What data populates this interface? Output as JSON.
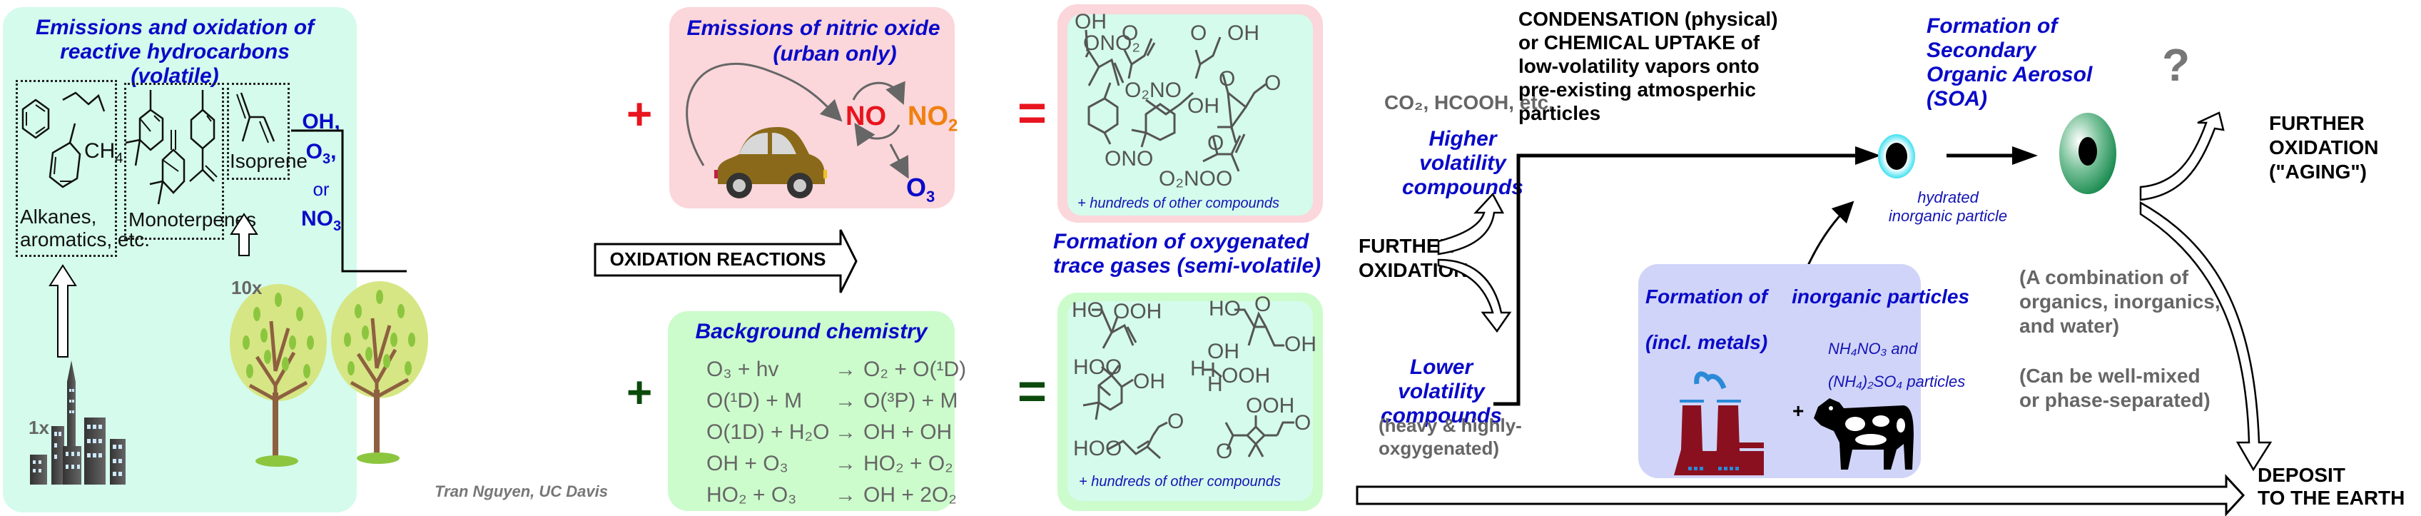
{
  "panels": {
    "hydrocarbons": {
      "title_line1": "Emissions and oxidation of reactive hydrocarbons",
      "title_line2": "(volatile)",
      "groups": [
        {
          "label_line1": "Alkanes,",
          "label_line2": "aromatics, etc.",
          "formula": "CH",
          "formula_sub": "4"
        },
        {
          "label": "Monoterpenes"
        },
        {
          "label": "Isoprene"
        }
      ],
      "oxidants": {
        "oh": "OH,",
        "o3": "O",
        "o3_sub": "3",
        "o3_suffix": ",",
        "or": "or",
        "no3": "NO",
        "no3_sub": "3"
      },
      "source_urban_multiplier": "1x",
      "source_biogenic_multiplier": "10x",
      "credit": "Tran Nguyen, UC Davis",
      "bg_color": "#d4fbec"
    },
    "nitric_oxide": {
      "title_line1": "Emissions of nitric oxide",
      "title_line2": "(urban only)",
      "no": "NO",
      "no2": "NO",
      "no2_sub": "2",
      "o3": "O",
      "o3_sub": "3",
      "bg_color": "#fbd6da"
    },
    "urban_products": {
      "labels": [
        "OH",
        "ONO₂",
        "O",
        "O",
        "OH",
        "O₂NO",
        "OH",
        "O",
        "O",
        "ONO",
        "O",
        "O₂NOO"
      ],
      "footer": "+ hundreds of other compounds",
      "bg_color": "#d4fbec",
      "border_color": "#fbd6da"
    },
    "background_chemistry": {
      "title": "Background chemistry",
      "reactions": [
        {
          "lhs": "O₃ + hv",
          "rhs": "O₂ + O(¹D)"
        },
        {
          "lhs": "O(¹D) + M",
          "rhs": "O(³P) + M"
        },
        {
          "lhs": "O(1D) + H₂O",
          "rhs": "OH + OH"
        },
        {
          "lhs": "OH + O₃",
          "rhs": "HO₂ + O₂"
        },
        {
          "lhs": "HO₂ + O₃",
          "rhs": "OH + 2O₂"
        }
      ],
      "arrow": "→",
      "bg_color": "#ccfccc"
    },
    "background_products": {
      "labels": [
        "HO",
        "OOH",
        "HO",
        "O",
        "OH",
        "HOO",
        "OH",
        "OH",
        "H",
        "H",
        "OOH",
        "OOH",
        "O",
        "HOO",
        "O",
        "O"
      ],
      "footer": "+ hundreds of other compounds",
      "bg_color": "#d4fbec",
      "border_color": "#ccfccc"
    },
    "inorganic": {
      "title_part1": "Formation of",
      "title_part2": "inorganic particles",
      "title_line2": "(incl. metals)",
      "salts_line1": "NH₄NO₃ and",
      "salts_line2": "(NH₄)₂SO₄ particles",
      "plus": "+",
      "bg_color": "#d0d4f8"
    }
  },
  "operators": {
    "plus_red": "+",
    "equals_red": "=",
    "plus_green": "+",
    "equals_green": "=",
    "red_color": "#e8141e",
    "green_color": "#0c4a0c"
  },
  "flow": {
    "oxidation_reactions": "OXIDATION REACTIONS",
    "oxygenated_trace_gases_line1": "Formation of oxygenated",
    "oxygenated_trace_gases_line2": "trace gases (semi-volatile)",
    "further_oxidation_line1": "FURTHER",
    "further_oxidation_line2": "OXIDATION",
    "co2_hcooh": "CO₂, HCOOH, etc.",
    "higher_volatility_line1": "Higher volatility",
    "higher_volatility_line2": "compounds",
    "lower_volatility_line1": "Lower volatility",
    "lower_volatility_line2": "compounds",
    "lower_note_line1": "(heavy & highly-",
    "lower_note_line2": "oxgygenated)",
    "condensation": [
      "CONDENSATION (physical)",
      "or CHEMICAL UPTAKE of",
      "low-volatility vapors onto",
      "pre-existing atmosperhic",
      "particles"
    ],
    "hydrated_line1": "hydrated",
    "hydrated_line2": "inorganic particle",
    "soa_line1": "Formation of Secondary",
    "soa_line2": "Organic Aerosol (SOA)",
    "question": "?",
    "aging_line1": "FURTHER",
    "aging_line2": "OXIDATION",
    "aging_line3": "(\"AGING\")",
    "combination": [
      "(A combination of",
      "organics, inorganics,",
      "and water)"
    ],
    "mixing": [
      "(Can be well-mixed",
      "or phase-separated)"
    ],
    "deposit_line1": "DEPOSIT",
    "deposit_line2": "TO THE EARTH"
  },
  "colors": {
    "title_blue": "#0a0ac8",
    "no_red": "#e8141e",
    "no2_orange": "#f08010",
    "o3_blue": "#0a0ac8",
    "hydrated_cyan": "#40e0f0",
    "soa_green": "#1a8a50",
    "plant_red": "#8a1020",
    "car_brown": "#8a6a1a"
  }
}
